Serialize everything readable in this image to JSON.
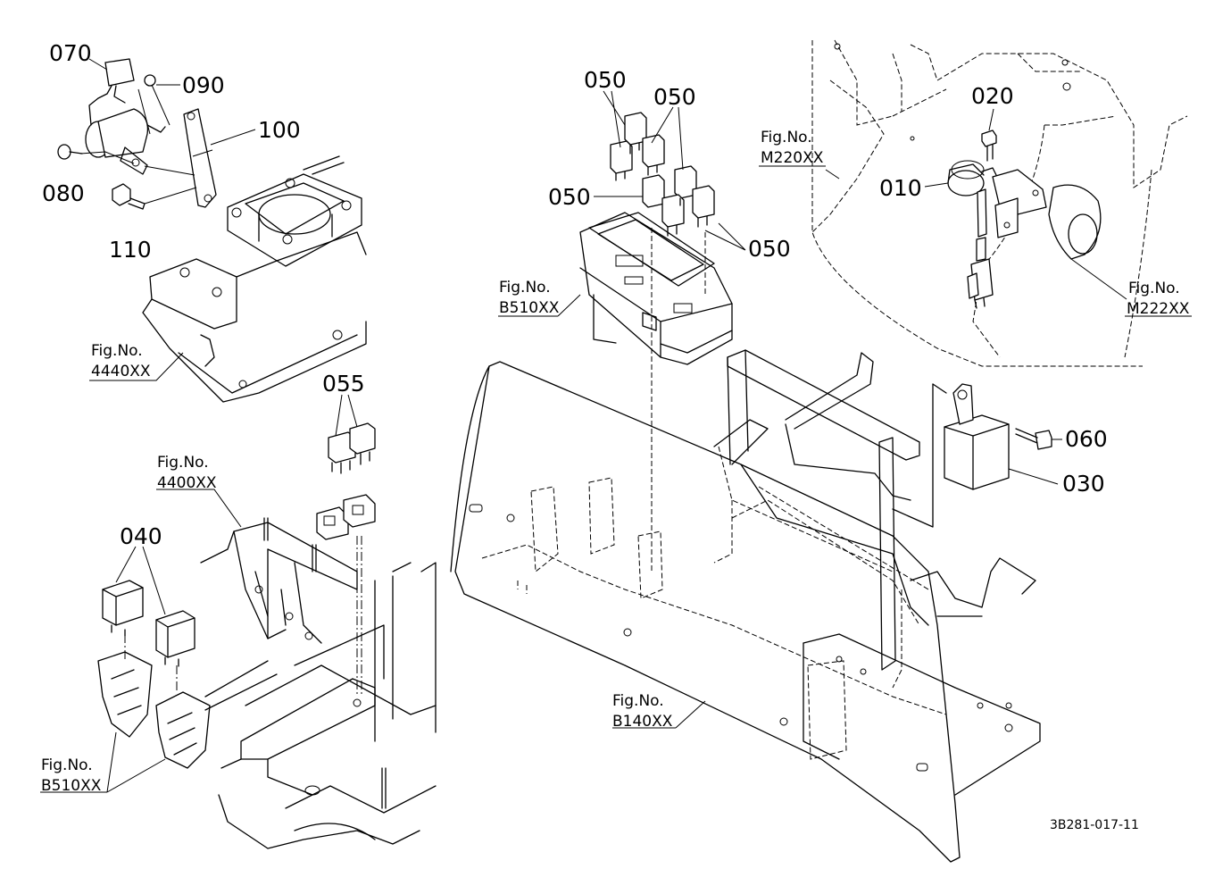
{
  "callouts": {
    "c070": "070",
    "c090": "090",
    "c100": "100",
    "c080": "080",
    "c110": "110",
    "c050a": "050",
    "c050b": "050",
    "c050c": "050",
    "c050d": "050",
    "c020": "020",
    "c010": "010",
    "c055": "055",
    "c040": "040",
    "c060": "060",
    "c030": "030"
  },
  "fig_refs": {
    "f4440_label": "Fig.No.",
    "f4440_code": "4440XX",
    "f4400_label": "Fig.No.",
    "f4400_code": "4400XX",
    "fB510a_label": "Fig.No.",
    "fB510a_code": "B510XX",
    "fB510b_label": "Fig.No.",
    "fB510b_code": "B510XX",
    "fB140_label": "Fig.No.",
    "fB140_code": "B140XX",
    "fM220_label": "Fig.No.",
    "fM220_code": "M220XX",
    "fM222_label": "Fig.No.",
    "fM222_code": "M222XX"
  },
  "drawing_code": "3B281-017-11"
}
